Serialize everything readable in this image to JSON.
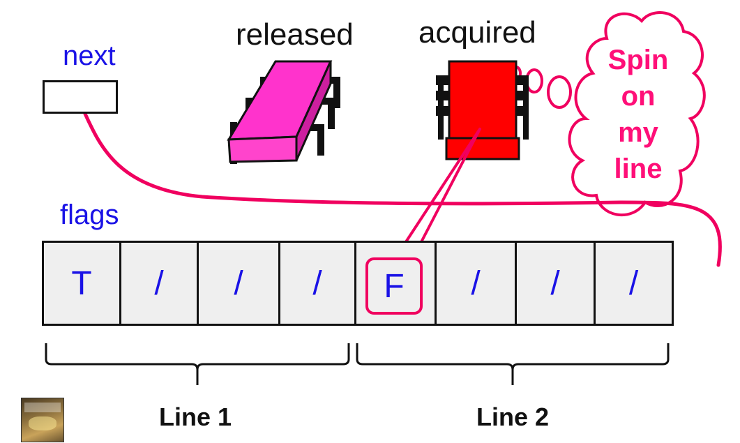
{
  "labels": {
    "next": "next",
    "flags": "flags",
    "released": "released",
    "acquired": "acquired",
    "thought_lines": [
      "Spin",
      "on",
      "my",
      "line"
    ]
  },
  "flags": [
    "T",
    "/",
    "/",
    "/",
    "F",
    "/",
    "/",
    "/"
  ],
  "highlighted_index": 4,
  "lines": [
    "Line 1",
    "Line 2"
  ],
  "colors": {
    "released_chip": "#ff33cc",
    "acquired_chip": "#ff0000",
    "accent": "#f0005f",
    "label_blue": "#1a12e6"
  },
  "icons": {
    "book_cover": "book-cover-icon"
  }
}
